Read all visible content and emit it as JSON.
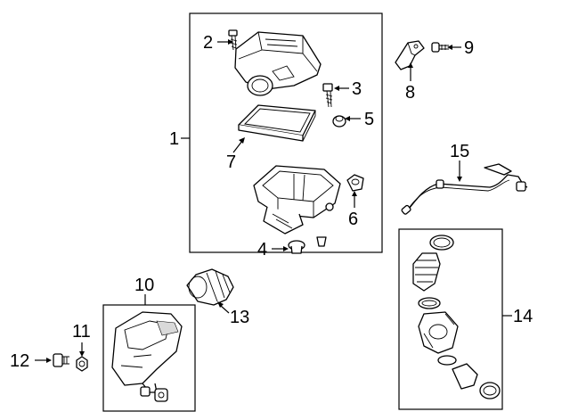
{
  "callouts": [
    "1",
    "2",
    "3",
    "4",
    "5",
    "6",
    "7",
    "8",
    "9",
    "10",
    "11",
    "12",
    "13",
    "14",
    "15"
  ],
  "parts": [
    {
      "id": "1",
      "icon": "air-cleaner-assembly-icon"
    },
    {
      "id": "2",
      "icon": "screw-icon"
    },
    {
      "id": "3",
      "icon": "bolt-icon"
    },
    {
      "id": "4",
      "icon": "grommet-icon"
    },
    {
      "id": "5",
      "icon": "insulator-icon"
    },
    {
      "id": "6",
      "icon": "insulator-icon"
    },
    {
      "id": "7",
      "icon": "air-filter-element-icon"
    },
    {
      "id": "8",
      "icon": "air-flow-sensor-icon"
    },
    {
      "id": "9",
      "icon": "screw-icon"
    },
    {
      "id": "10",
      "icon": "resonator-assembly-icon"
    },
    {
      "id": "11",
      "icon": "nut-icon"
    },
    {
      "id": "12",
      "icon": "bolt-icon"
    },
    {
      "id": "13",
      "icon": "intake-duct-icon"
    },
    {
      "id": "14",
      "icon": "outlet-duct-assembly-icon"
    },
    {
      "id": "15",
      "icon": "breather-tube-icon"
    }
  ],
  "colors": {
    "line": "#000000",
    "background": "#ffffff"
  }
}
